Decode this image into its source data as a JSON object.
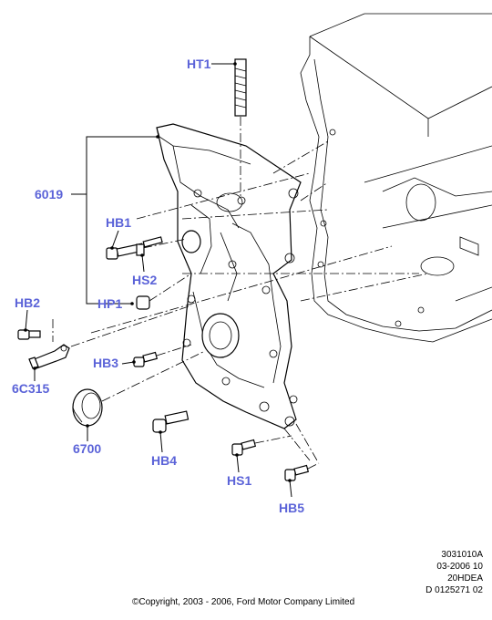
{
  "callouts": {
    "ht1": "HT1",
    "p6019": "6019",
    "hb1": "HB1",
    "hs2": "HS2",
    "hb2": "HB2",
    "hp1": "HP1",
    "hb3": "HB3",
    "p6c315": "6C315",
    "p6700": "6700",
    "hb4": "HB4",
    "hs1": "HS1",
    "hb5": "HB5"
  },
  "reference": {
    "line1": "3031010A",
    "line2": "03-2006 10",
    "line3": "20HDEA",
    "line4": "D 0125271 02"
  },
  "copyright": "©Copyright, 2003 - 2006, Ford Motor Company Limited",
  "label_color": "#5b63d8"
}
